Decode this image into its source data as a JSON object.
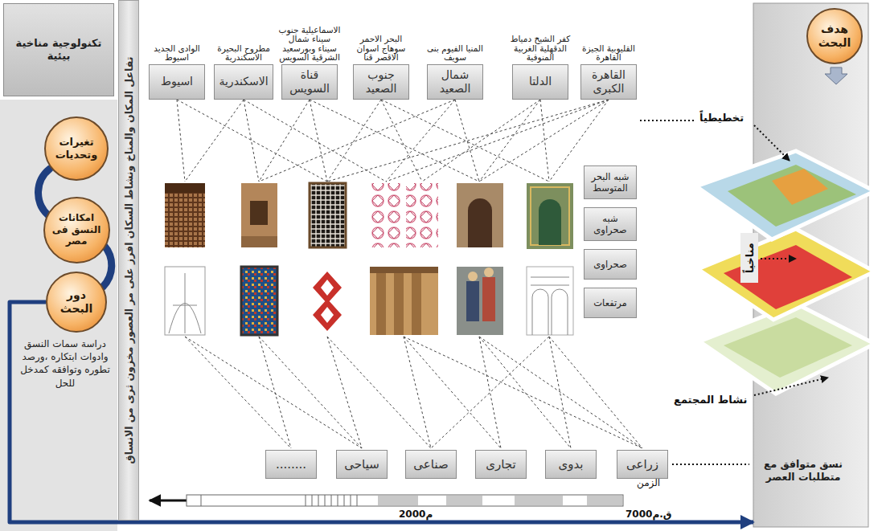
{
  "diagram": {
    "nodes": [
      {
        "text": [
          "تكنولوجية مناخية بيئية"
        ]
      },
      {
        "text": [
          "تفاعل المكان والمناخ ونشاط السكان افرز على مر العصور مخزون ثرى من الانساق"
        ]
      },
      {
        "text": [
          "تغيرات وتحديات"
        ]
      },
      {
        "text": [
          "امكانات النسق فى مصر"
        ]
      },
      {
        "text": [
          "دور البحث"
        ]
      },
      {
        "text": [
          "نسق متوافق مع متطلبات العصر"
        ]
      },
      {
        "text": [
          "هدف البحث"
        ],
        "in": 5
      },
      {
        "text": [
          "القليوبية الجيزة القاهرة",
          "القاهرة الكبرى"
        ]
      },
      {
        "text": [
          "كفر الشيخ دمياط الدقهلية الغربية المنوفية",
          "الدلتا"
        ]
      },
      {
        "text": [
          "المنيا الفيوم بنى سويف",
          "شمال الصعيد"
        ]
      },
      {
        "text": [
          "البحر الاحمر سوهاج اسوان الاقصر قنا",
          "جنوب الصعيد"
        ]
      },
      {
        "text": [
          "الاسماعيلية جنوب سيناء شمال سيناء وبورسعيد الشرقية السويس",
          "قناة السويس"
        ]
      },
      {
        "text": [
          "مطروح البحيرة الاسكندرية",
          "الاسكندرية"
        ]
      },
      {
        "text": [
          "الوادى الجديد اسيوط",
          "اسيوط"
        ]
      },
      {
        "text": [
          "شبه البحر المتوسط"
        ]
      },
      {
        "text": [
          "شبه صحراوى"
        ]
      },
      {
        "text": [
          "صحراوى"
        ]
      },
      {
        "text": [
          "مرتفعات"
        ]
      },
      {
        "text": [
          "زراعى"
        ]
      },
      {
        "text": [
          "بدوى"
        ]
      },
      {
        "text": [
          "تجارى"
        ]
      },
      {
        "text": [
          "صناعى"
        ]
      },
      {
        "text": [
          "سياحى"
        ]
      },
      {
        "text": [
          "........"
        ]
      }
    ],
    "edges": [
      {
        "from": 4,
        "to": 5,
        "arrow": "to"
      }
    ],
    "labels": [
      "دراسة سمات النسق وادوات ابتكاره ،ورصد تطوره وتوافقه كمدخل للحل",
      "تخطيطياً",
      "مناخياً",
      "نشاط المجتمع",
      "الزمن",
      "7000ق.م",
      "2000م"
    ]
  }
}
